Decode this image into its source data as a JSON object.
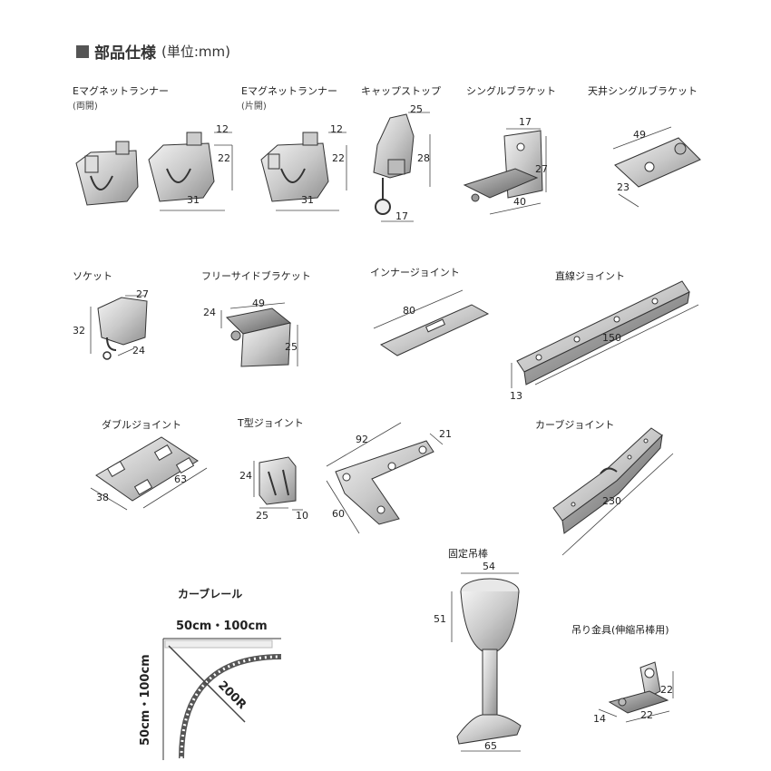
{
  "heading": {
    "title": "部品仕様",
    "unit": "(単位:mm)"
  },
  "parts": [
    {
      "id": "e-runner-double",
      "name": "Eマグネットランナー",
      "note": "(両開)",
      "dims": [
        "12",
        "22",
        "31"
      ]
    },
    {
      "id": "e-runner-single",
      "name": "Eマグネットランナー",
      "note": "(片開)",
      "dims": [
        "12",
        "22",
        "31"
      ]
    },
    {
      "id": "cap-stop",
      "name": "キャップストップ",
      "dims": [
        "25",
        "28",
        "17"
      ]
    },
    {
      "id": "single-bracket",
      "name": "シングルブラケット",
      "dims": [
        "17",
        "27",
        "40"
      ]
    },
    {
      "id": "ceiling-bracket",
      "name": "天井シングルブラケット",
      "dims": [
        "49",
        "23"
      ]
    },
    {
      "id": "socket",
      "name": "ソケット",
      "dims": [
        "27",
        "32",
        "24"
      ]
    },
    {
      "id": "free-side-bracket",
      "name": "フリーサイドブラケット",
      "dims": [
        "49",
        "24",
        "25"
      ]
    },
    {
      "id": "inner-joint",
      "name": "インナージョイント",
      "dims": [
        "80"
      ]
    },
    {
      "id": "straight-joint",
      "name": "直線ジョイント",
      "dims": [
        "150",
        "13"
      ]
    },
    {
      "id": "double-joint",
      "name": "ダブルジョイント",
      "dims": [
        "63",
        "38"
      ]
    },
    {
      "id": "t-joint",
      "name": "T型ジョイント",
      "dims": [
        "24",
        "25",
        "10"
      ]
    },
    {
      "id": "t-plate",
      "name": "",
      "dims": [
        "92",
        "21",
        "60"
      ]
    },
    {
      "id": "curve-joint",
      "name": "カーブジョイント",
      "dims": [
        "230"
      ]
    },
    {
      "id": "curve-rail",
      "name": "カーブレール",
      "dims": [
        "50cm・100cm",
        "50cm・100cm",
        "200R"
      ]
    },
    {
      "id": "fixed-rod",
      "name": "固定吊棒",
      "dims": [
        "54",
        "51",
        "65"
      ]
    },
    {
      "id": "hanger",
      "name": "吊り金具(伸縮吊棒用)",
      "dims": [
        "22",
        "14",
        "22"
      ]
    }
  ]
}
